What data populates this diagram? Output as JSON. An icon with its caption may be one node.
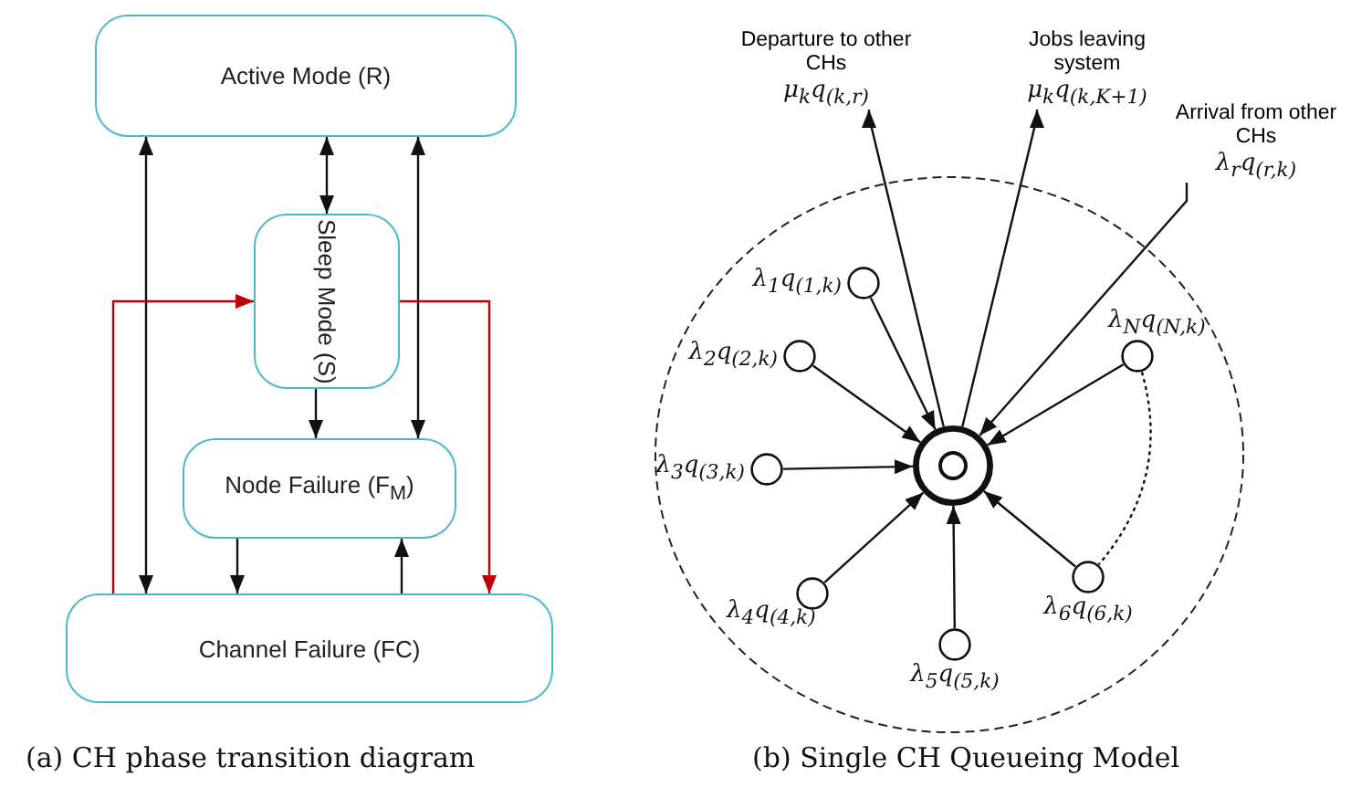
{
  "diagram": {
    "nodes": [
      {
        "text": [
          "Active Mode (R)"
        ]
      },
      {
        "text": [
          "Sleep Mode (S)"
        ]
      },
      {
        "text": [
          "Node Failure (F$_{M}$)"
        ]
      },
      {
        "text": [
          "Channel Failure (FC)"
        ]
      },
      {
        "text": [],
        "shape": "circle"
      },
      {
        "text": [],
        "shape": "circle",
        "in": 4
      },
      {
        "text": [],
        "shape": "circle",
        "in": 4,
        "beside": [
          "λ$_{1}$q$_{(1,k)}$"
        ]
      },
      {
        "text": [],
        "shape": "circle",
        "in": 4,
        "beside": [
          "λ$_{2}$q$_{(2,k)}$"
        ]
      },
      {
        "text": [],
        "shape": "circle",
        "in": 4,
        "beside": [
          "λ$_{3}$q$_{(3,k)}$"
        ]
      },
      {
        "text": [],
        "shape": "circle",
        "in": 4,
        "beside": [
          "λ$_{4}$q$_{(4,k)}$"
        ]
      },
      {
        "text": [],
        "shape": "circle",
        "in": 4,
        "beside": [
          "λ$_{5}$q$_{(5,k)}$"
        ]
      },
      {
        "text": [],
        "shape": "circle",
        "in": 4,
        "beside": [
          "λ$_{6}$q$_{(6,k)}$"
        ]
      },
      {
        "text": [],
        "shape": "circle",
        "in": 4,
        "beside": [
          "λ$_{N}$q$_{(N,k)}$"
        ]
      },
      {
        "text": [
          "Departure to other CHs",
          "μ$_{k}$q$_{(k,r)}$"
        ]
      },
      {
        "text": [
          "Jobs leaving system",
          "μ$_{k}$q$_{(k,K+1)}$"
        ]
      },
      {
        "text": [
          "Arrival from other CHs",
          "λ$_{r}$q$_{(r,k)}$"
        ]
      }
    ],
    "edges": [
      {
        "from": 0,
        "to": 3,
        "arrow": "both"
      },
      {
        "from": 0,
        "to": 1,
        "arrow": "both"
      },
      {
        "from": 0,
        "to": 2,
        "arrow": "both"
      },
      {
        "from": 1,
        "to": 2,
        "arrow": "to"
      },
      {
        "from": 2,
        "to": 3,
        "arrow": "to"
      },
      {
        "from": 3,
        "to": 2,
        "arrow": "to"
      },
      {
        "from": 3,
        "to": 1,
        "arrow": "to",
        "color": "#c00000"
      },
      {
        "from": 1,
        "to": 3,
        "arrow": "to",
        "color": "#c00000"
      },
      {
        "from": 6,
        "to": 5,
        "arrow": "to"
      },
      {
        "from": 7,
        "to": 5,
        "arrow": "to"
      },
      {
        "from": 8,
        "to": 5,
        "arrow": "to"
      },
      {
        "from": 9,
        "to": 5,
        "arrow": "to"
      },
      {
        "from": 10,
        "to": 5,
        "arrow": "to"
      },
      {
        "from": 11,
        "to": 5,
        "arrow": "to"
      },
      {
        "from": 12,
        "to": 5,
        "arrow": "to"
      },
      {
        "from": 5,
        "to": 13,
        "arrow": "to"
      },
      {
        "from": 5,
        "to": 14,
        "arrow": "to"
      },
      {
        "from": 15,
        "to": 5,
        "arrow": "to"
      },
      {
        "from": 12,
        "to": 11,
        "arrow": "none",
        "style": "dashed"
      }
    ],
    "labels": [
      "(a) CH phase transition diagram",
      "(b) Single CH Queueing Model"
    ]
  }
}
